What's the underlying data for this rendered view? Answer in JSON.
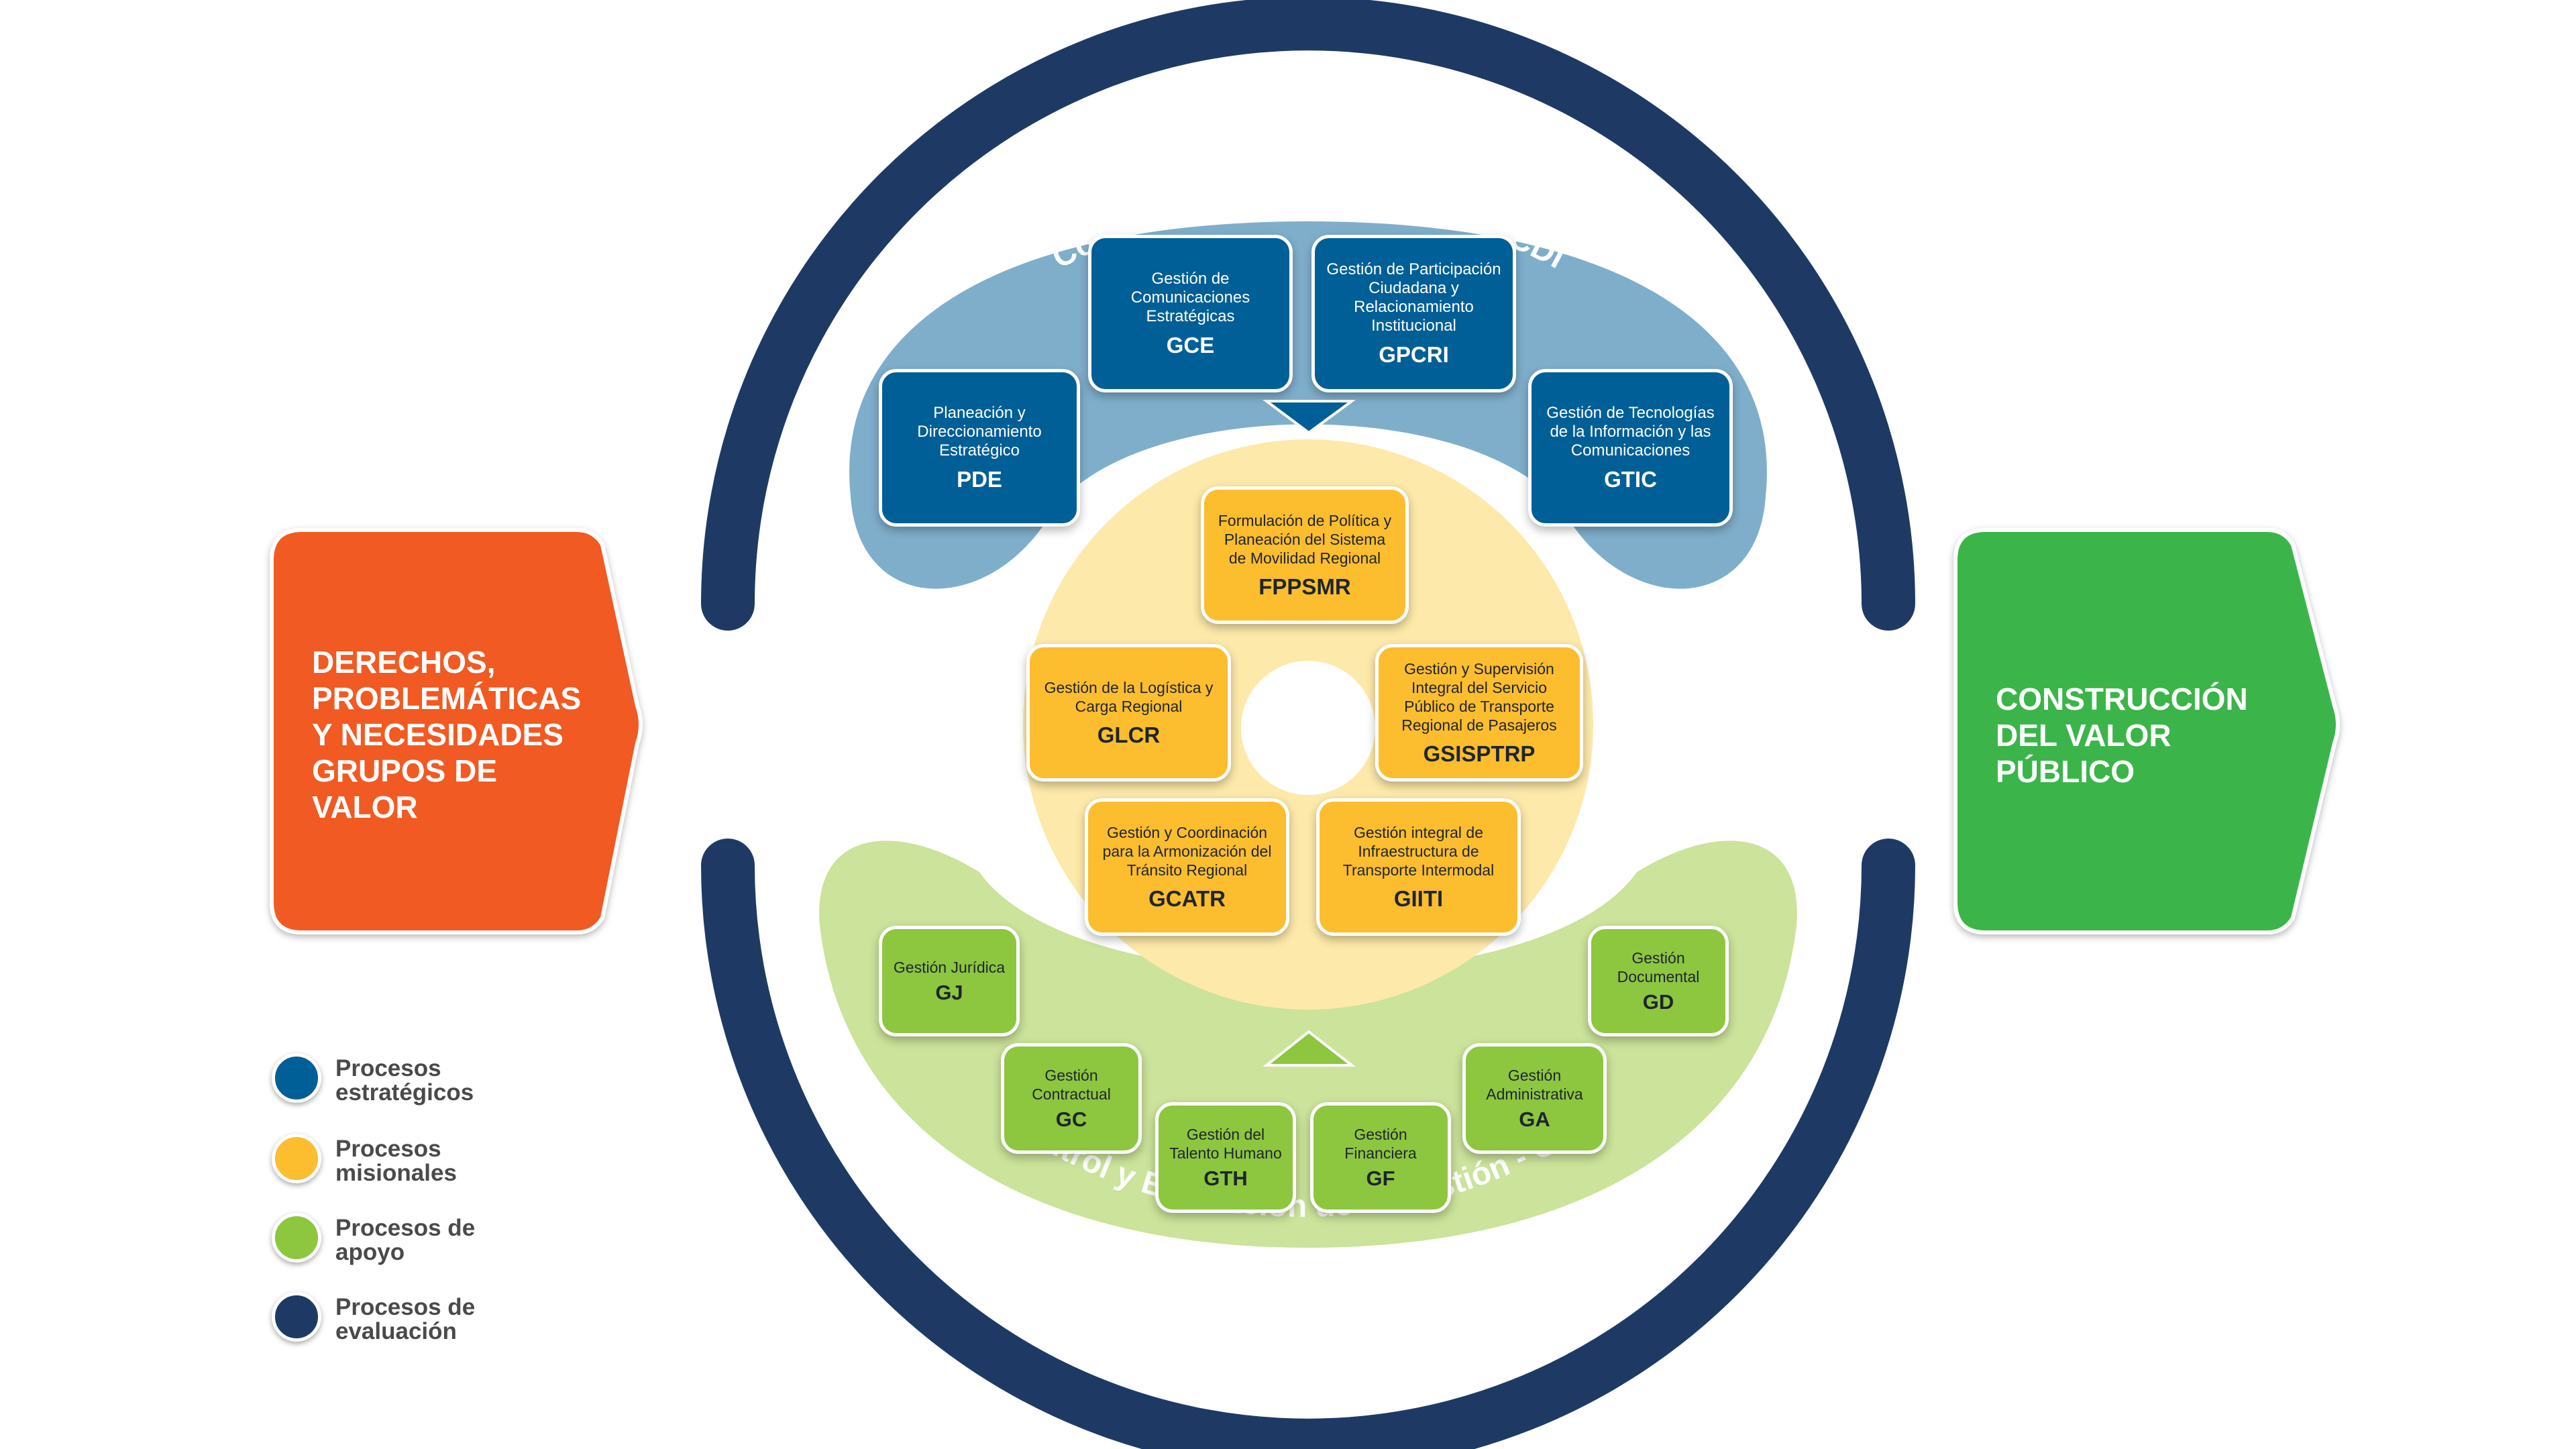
{
  "arcs": {
    "top": "Control Disciplinario Interno - CDI",
    "bottom": "Control y Evaluación de la Gestión - CEG"
  },
  "inputs": {
    "left_label": "DERECHOS, PROBLEMÁTICAS Y NECESIDADES GRUPOS DE VALOR",
    "right_label": "CONSTRUCCIÓN DEL VALOR PÚBLICO"
  },
  "strategic": [
    {
      "name": "Planeación y Direccionamiento Estratégico",
      "code": "PDE"
    },
    {
      "name": "Gestión de Comunicaciones Estratégicas",
      "code": "GCE"
    },
    {
      "name": "Gestión de Participación Ciudadana y Relacionamiento Institucional",
      "code": "GPCRI"
    },
    {
      "name": "Gestión de Tecnologías de la Información y las Comunicaciones",
      "code": "GTIC"
    }
  ],
  "missional": [
    {
      "name": "Formulación de Política y Planeación del Sistema de Movilidad Regional",
      "code": "FPPSMR"
    },
    {
      "name": "Gestión de la Logística y Carga Regional",
      "code": "GLCR"
    },
    {
      "name": "Gestión y Supervisión Integral del Servicio Público de Transporte Regional de Pasajeros",
      "code": "GSISPTRP"
    },
    {
      "name": "Gestión y Coordinación para la Armonización del Tránsito Regional",
      "code": "GCATR"
    },
    {
      "name": "Gestión integral de Infraestructura de Transporte Intermodal",
      "code": "GIITI"
    }
  ],
  "support": [
    {
      "name": "Gestión Jurídica",
      "code": "GJ"
    },
    {
      "name": "Gestión Contractual",
      "code": "GC"
    },
    {
      "name": "Gestión del Talento Humano",
      "code": "GTH"
    },
    {
      "name": "Gestión Financiera",
      "code": "GF"
    },
    {
      "name": "Gestión Administrativa",
      "code": "GA"
    },
    {
      "name": "Gestión Documental",
      "code": "GD"
    }
  ],
  "legend": [
    {
      "label": "Procesos estratégicos",
      "color": "#005f96"
    },
    {
      "label": "Procesos misionales",
      "color": "#fcbd2e"
    },
    {
      "label": "Procesos de apoyo",
      "color": "#8dc63f"
    },
    {
      "label": "Procesos de evaluación",
      "color": "#1e3a64"
    }
  ],
  "colors": {
    "evaluation": "#1e3a64",
    "strategic_band": "#7faecb",
    "missional_disc": "#fde9a9",
    "support_band": "#cbe39a",
    "left_arrow": "#f15a24",
    "right_arrow": "#3ab54a"
  }
}
